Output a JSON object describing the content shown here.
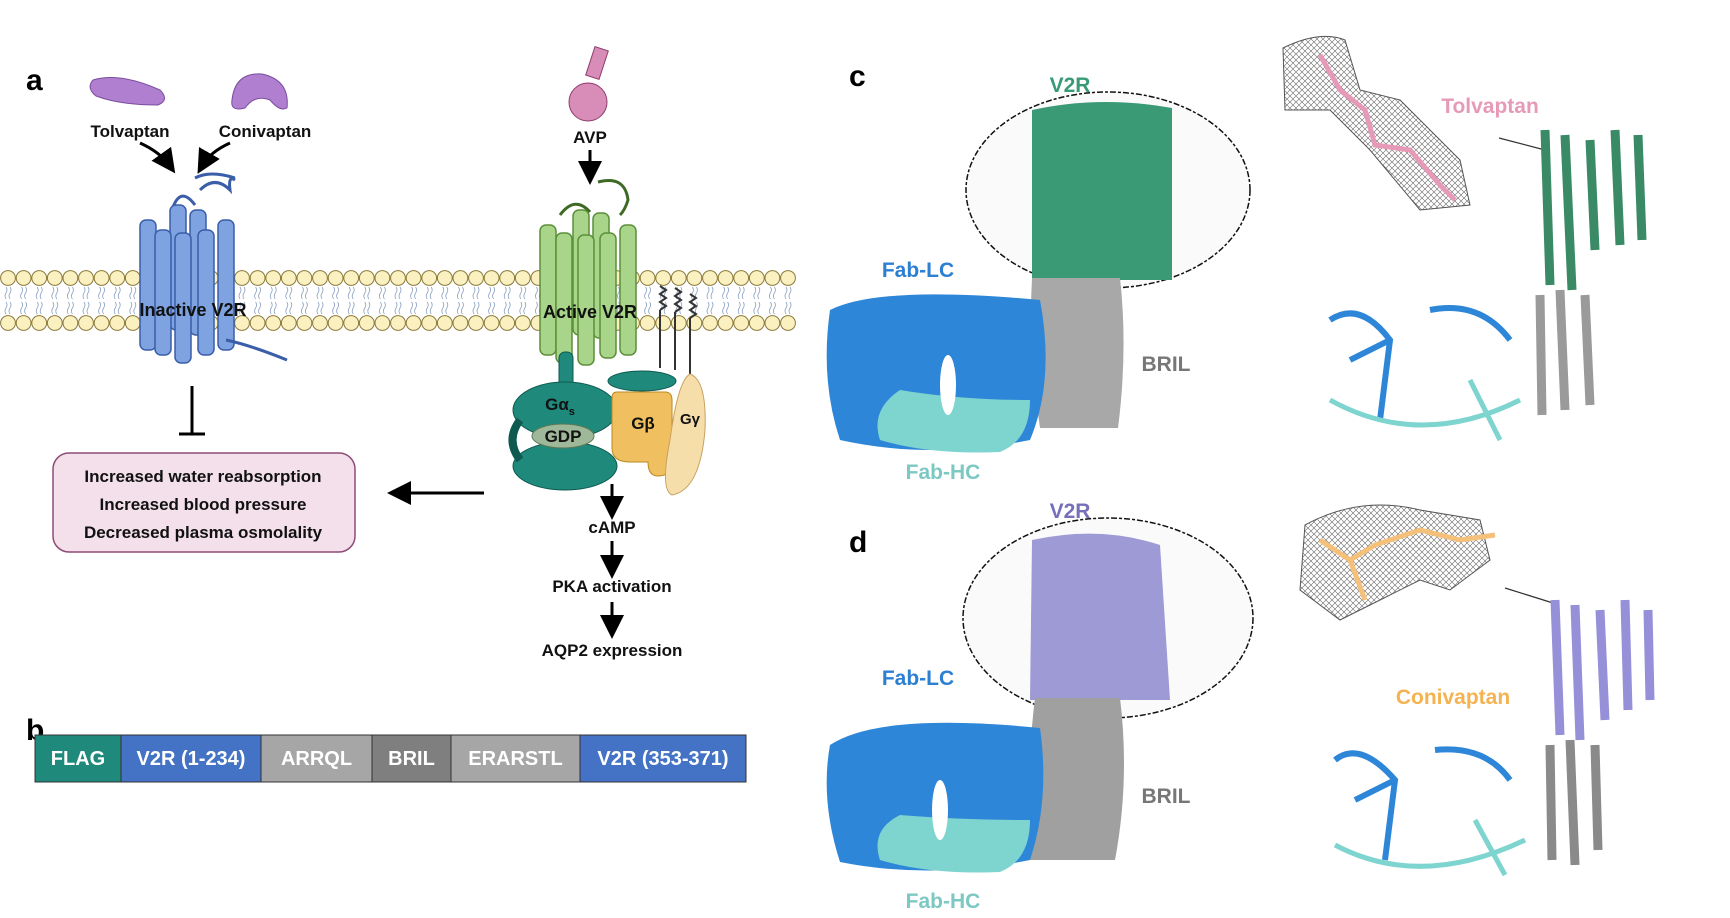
{
  "panels": {
    "a": "a",
    "b": "b",
    "c": "c",
    "d": "d"
  },
  "panel_a": {
    "ligands": {
      "tolvaptan": "Tolvaptan",
      "conivaptan": "Conivaptan",
      "avp": "AVP"
    },
    "inactive_receptor": "Inactive V2R",
    "active_receptor": "Active V2R",
    "g_protein": {
      "alpha": "Gα",
      "alpha_sub": "s",
      "gdp": "GDP",
      "beta": "Gβ",
      "gamma": "Gγ"
    },
    "effects": [
      "Increased water reabsorption",
      "Increased blood pressure",
      "Decreased plasma osmolality"
    ],
    "cascade": [
      "cAMP",
      "PKA activation",
      "AQP2 expression"
    ]
  },
  "panel_b": {
    "segments": [
      {
        "label": "FLAG",
        "color": "#1f8a7c"
      },
      {
        "label": "V2R (1-234)",
        "color": "#4472c4"
      },
      {
        "label": "ARRQL",
        "color": "#a6a6a6"
      },
      {
        "label": "BRIL",
        "color": "#7f7f7f"
      },
      {
        "label": "ERARSTL",
        "color": "#a6a6a6"
      },
      {
        "label": "V2R (353-371)",
        "color": "#4472c4"
      }
    ]
  },
  "panel_c": {
    "v2r": "V2R",
    "fab_lc": "Fab-LC",
    "fab_hc": "Fab-HC",
    "bril": "BRIL",
    "ligand": "Tolvaptan",
    "v2r_color": "#3a9a76",
    "ligand_color": "#e79ab8"
  },
  "panel_d": {
    "v2r": "V2R",
    "fab_lc": "Fab-LC",
    "fab_hc": "Fab-HC",
    "bril": "BRIL",
    "ligand": "Conivaptan",
    "v2r_color": "#8c88c8",
    "ligand_color": "#f4b350"
  }
}
